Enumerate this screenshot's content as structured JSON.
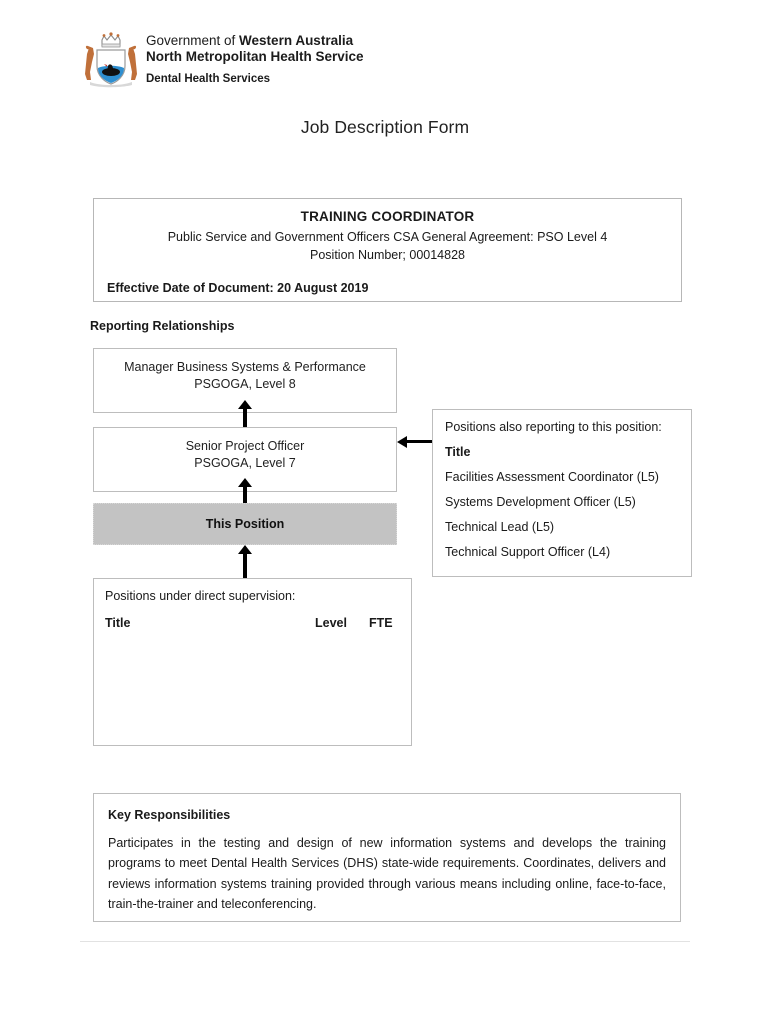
{
  "branding": {
    "crest_icon": "wa-coat-of-arms-icon",
    "line1_prefix": "Government of ",
    "line1_bold": "Western Australia",
    "line2": "North Metropolitan Health Service",
    "line3": "Dental Health Services"
  },
  "document": {
    "title": "Job Description Form"
  },
  "position": {
    "title": "TRAINING COORDINATOR",
    "agreement": "Public Service and Government Officers CSA General Agreement: PSO Level 4",
    "position_number": "Position Number; 00014828",
    "effective_date": "Effective Date of Document: 20 August 2019"
  },
  "reporting": {
    "heading": "Reporting Relationships",
    "manager": {
      "title": "Manager Business Systems & Performance",
      "classification": "PSGOGA, Level 8"
    },
    "supervisor": {
      "title": "Senior Project Officer",
      "classification": "PSGOGA, Level 7"
    },
    "this_position": "This Position",
    "supervision": {
      "caption": "Positions under direct supervision:",
      "columns": {
        "title": "Title",
        "level": "Level",
        "fte": "FTE"
      },
      "rows": []
    },
    "also_reporting": {
      "caption": "Positions also reporting to this position:",
      "column_title": "Title",
      "items": [
        "Facilities Assessment Coordinator (L5)",
        "Systems Development Officer (L5)",
        "Technical Lead (L5)",
        "Technical Support Officer (L4)"
      ]
    }
  },
  "key_responsibilities": {
    "heading": "Key Responsibilities",
    "body": "Participates in the testing and design of new information systems and develops the training programs to meet Dental Health Services (DHS) state-wide requirements. Coordinates, delivers and reviews information systems training provided through various means including online, face-to-face, train-the-trainer and teleconferencing."
  },
  "colors": {
    "this_position_fill": "#c3c3c3",
    "box_border": "#bdbdbd",
    "text": "#1a1a1a"
  }
}
